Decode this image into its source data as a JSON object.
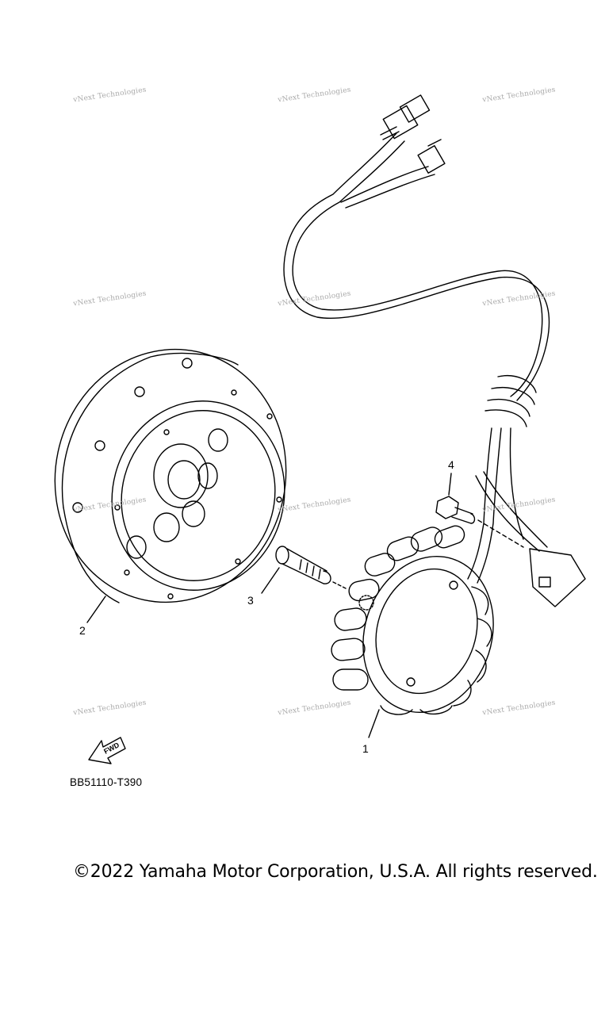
{
  "watermark": "vNext Technologies",
  "callouts": [
    "1",
    "2",
    "3",
    "4"
  ],
  "fwd_label": "FWD",
  "diagram_code": "BB51110-T390",
  "copyright": "©2022 Yamaha Motor Corporation, U.S.A. All rights reserved.",
  "parts": [
    {
      "number": "1",
      "icon": "stator-assembly-icon"
    },
    {
      "number": "2",
      "icon": "rotor-assembly-icon"
    },
    {
      "number": "3",
      "icon": "bolt-icon"
    },
    {
      "number": "4",
      "icon": "bolt-icon"
    }
  ]
}
